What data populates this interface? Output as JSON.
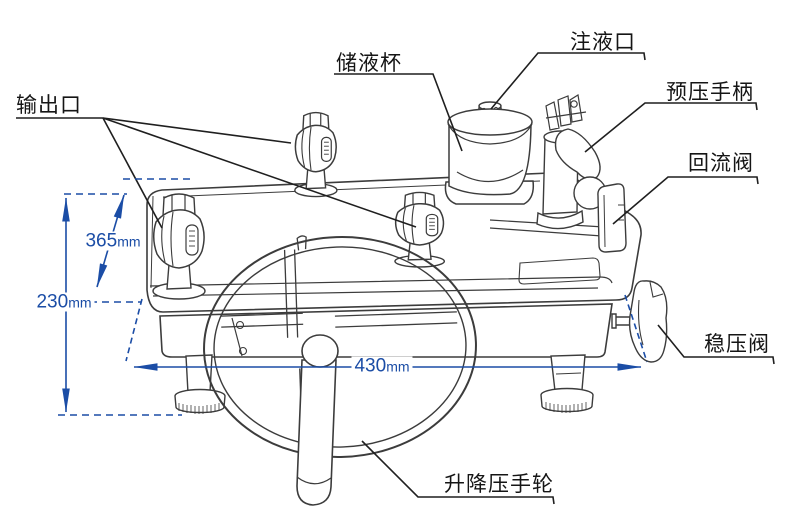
{
  "diagram": {
    "subject": "hand-operated hydraulic pressure test pump outline drawing"
  },
  "labels": {
    "output_port": "输出口",
    "reservoir_cup": "储液杯",
    "filler_port": "注液口",
    "prepressure_handle": "预压手柄",
    "return_valve": "回流阀",
    "stabilizer_valve": "稳压阀",
    "lift_handwheel": "升降压手轮"
  },
  "dimensions": {
    "dim_365": {
      "value": "365",
      "unit": "mm"
    },
    "dim_230": {
      "value": "230",
      "unit": "mm"
    },
    "dim_430": {
      "value": "430",
      "unit": "mm"
    }
  },
  "colors": {
    "dimension_blue": "#1b4da6",
    "drawing_line": "#3c3c3c",
    "label_text": "#151515",
    "background": "#ffffff"
  }
}
